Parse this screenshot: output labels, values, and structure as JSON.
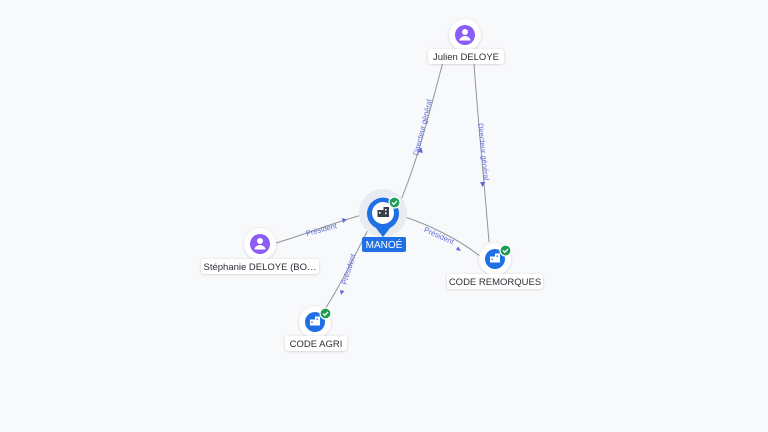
{
  "colors": {
    "person": "#8b5cf6",
    "company": "#1f6fe5",
    "center": "#1f6fe5",
    "check": "#1f9d55",
    "edge": "#8f959c",
    "edge_label": "#5f6cd6"
  },
  "nodes": {
    "manoe": {
      "label": "MANOÉ",
      "icon": "company-building-icon"
    },
    "julien": {
      "label": "Julien DELOYE",
      "icon": "person-icon"
    },
    "stephanie": {
      "label": "Stéphanie DELOYE (BO…",
      "icon": "person-icon"
    },
    "code_agri": {
      "label": "CODE AGRI",
      "icon": "company-building-icon"
    },
    "code_remorques": {
      "label": "CODE REMORQUES",
      "icon": "company-building-icon"
    }
  },
  "edges": {
    "julien_manoe": "Directeur général",
    "julien_remorques": "Directeur général",
    "stephanie_manoe": "Président",
    "manoe_remorques": "Président",
    "manoe_agri": "Président"
  }
}
